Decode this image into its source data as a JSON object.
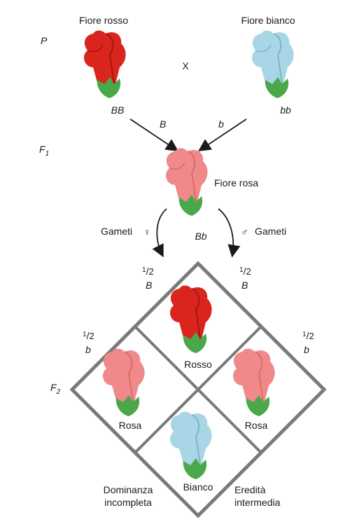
{
  "parents": {
    "generation": "P",
    "red_label": "Fiore rosso",
    "white_label": "Fiore bianco",
    "cross_symbol": "X",
    "red_genotype": "BB",
    "white_genotype": "bb",
    "red_allele": "B",
    "white_allele": "b"
  },
  "f1": {
    "generation": "F",
    "generation_sub": "1",
    "flower_label": "Fiore rosa",
    "genotype": "Bb"
  },
  "gametes": {
    "female_label": "Gameti",
    "male_label": "Gameti",
    "female_symbol": "♀",
    "male_symbol": "♂"
  },
  "punnett": {
    "top_left_frac_num": "1",
    "top_left_frac_den": "2",
    "top_left_allele": "B",
    "top_right_frac_num": "1",
    "top_right_frac_den": "2",
    "top_right_allele": "B",
    "mid_left_frac_num": "1",
    "mid_left_frac_den": "2",
    "mid_left_allele": "b",
    "mid_right_frac_num": "1",
    "mid_right_frac_den": "2",
    "mid_right_allele": "b",
    "cell_top": "Rosso",
    "cell_left": "Rosa",
    "cell_right": "Rosa",
    "cell_bottom": "Bianco"
  },
  "f2": {
    "generation": "F",
    "generation_sub": "2"
  },
  "captions": {
    "left_line1": "Dominanza",
    "left_line2": "incompleta",
    "right_line1": "Eredità",
    "right_line2": "intermedia"
  },
  "colors": {
    "red": "#d9251d",
    "pink": "#f08a8a",
    "white_flower": "#a9d6e6",
    "leaf": "#4aa84a",
    "grid": "#7a7a7a"
  }
}
